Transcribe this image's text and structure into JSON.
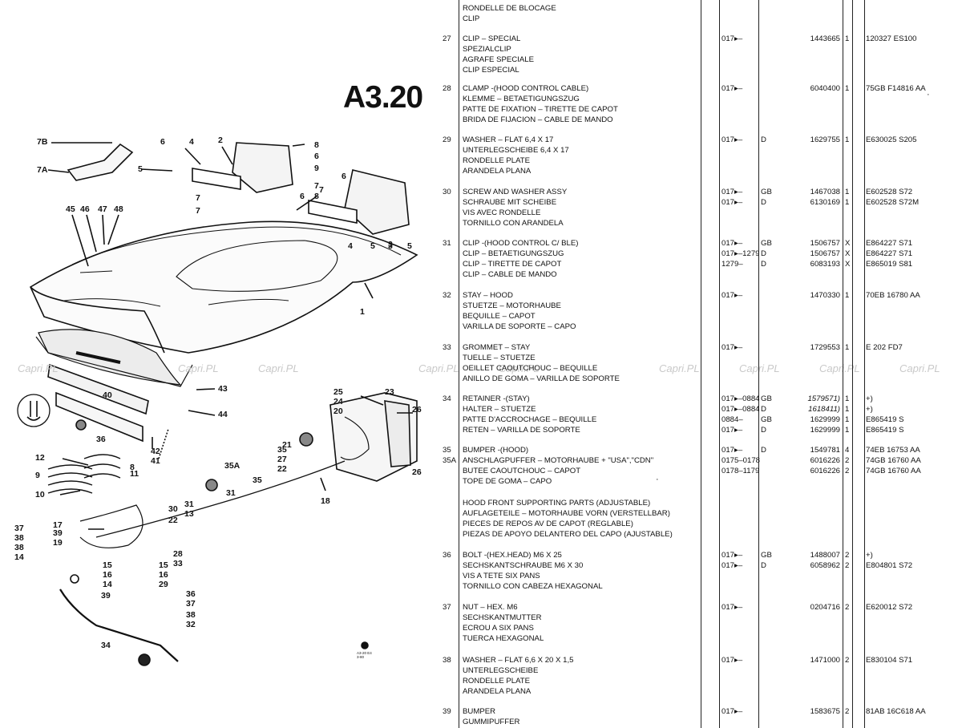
{
  "diagram": {
    "code": "A3.20",
    "stamp_lines": [
      "A3-20 E4",
      "3-80"
    ],
    "callouts": [
      "7B",
      "7A",
      "5",
      "4",
      "2",
      "6",
      "7",
      "7",
      "8",
      "6",
      "9",
      "7",
      "6",
      "3",
      "6",
      "7",
      "8",
      "4",
      "5",
      "3",
      "5",
      "45",
      "46",
      "47",
      "48",
      "1",
      "43",
      "44",
      "40",
      "41",
      "42",
      "36",
      "12",
      "9",
      "10",
      "8",
      "11",
      "35A",
      "35",
      "27",
      "22",
      "25",
      "24",
      "20",
      "23",
      "26",
      "26",
      "31",
      "35",
      "31",
      "13",
      "30",
      "22",
      "21",
      "18",
      "17",
      "19",
      "39",
      "37",
      "38",
      "38",
      "14",
      "15",
      "16",
      "14",
      "15",
      "16",
      "29",
      "28",
      "33",
      "39",
      "36",
      "37",
      "38",
      "32",
      "34"
    ],
    "watermark": "Capri.PL"
  },
  "table": {
    "rows": [
      {
        "no": "",
        "desc": [
          "RONDELLE DE BLOCAGE",
          "CLIP"
        ],
        "date": "",
        "mkt": "",
        "part": "",
        "qty": "",
        "ref": ""
      },
      {
        "no": "27",
        "desc": [
          "CLIP – SPECIAL",
          "SPEZIALCLIP",
          "AGRAFE SPECIALE",
          "CLIP ESPECIAL"
        ],
        "date": "017▸–",
        "mkt": "",
        "part": "1443665",
        "qty": "1",
        "ref": "120327 ES100"
      },
      {
        "no": "28",
        "desc": [
          "CLAMP -(HOOD CONTROL CABLE)",
          "KLEMME – BETAETIGUNGSZUG",
          "PATTE DE FIXATION – TIRETTE DE CAPOT",
          "BRIDA DE FIJACION – CABLE DE MANDO"
        ],
        "date": "017▸–",
        "mkt": "",
        "part": "6040400",
        "qty": "1",
        "ref": "75GB F14816 AA"
      },
      {
        "no": "29",
        "desc": [
          "WASHER – FLAT           6,4 X 17",
          "UNTERLEGSCHEIBE         6,4 X 17",
          "RONDELLE PLATE",
          "ARANDELA PLANA"
        ],
        "date": "017▸–",
        "mkt": "D",
        "part": "1629755",
        "qty": "1",
        "ref": "E630025 S205"
      },
      {
        "no": "30",
        "desc": [
          "SCREW AND WASHER ASSY",
          "SCHRAUBE MIT SCHEIBE",
          "VIS AVEC RONDELLE",
          "TORNILLO CON ARANDELA"
        ],
        "date": "017▸–\n017▸–",
        "mkt": "GB\nD",
        "part": "1467038\n6130169",
        "qty": "1\n1",
        "ref": "E602528 S72\nE602528 S72M"
      },
      {
        "no": "31",
        "desc": [
          "CLIP -(HOOD CONTROL C/ BLE)",
          "CLIP – BETAETIGUNGSZUG",
          "CLIP – TIRETTE DE CAPOT",
          "CLIP – CABLE DE MANDO"
        ],
        "date": "017▸–\n017▸–1279\n1279–",
        "mkt": "GB\nD\nD",
        "part": "1506757\n1506757\n6083193",
        "qty": "X\nX\nX",
        "ref": "E864227 S71\nE864227 S71\nE865019 S81"
      },
      {
        "no": "32",
        "desc": [
          "STAY – HOOD",
          "STUETZE – MOTORHAUBE",
          "BEQUILLE – CAPOT",
          "VARILLA DE SOPORTE – CAPO"
        ],
        "date": "017▸–",
        "mkt": "",
        "part": "1470330",
        "qty": "1",
        "ref": "70EB 16780 AA"
      },
      {
        "no": "33",
        "desc": [
          "GROMMET – STAY",
          "TUELLE – STUETZE",
          "OEILLET CAOUTCHOUC – BEQUILLE",
          "ANILLO DE GOMA – VARILLA DE SOPORTE"
        ],
        "date": "017▸–",
        "mkt": "",
        "part": "1729553",
        "qty": "1",
        "ref": "E 202 FD7"
      },
      {
        "no": "34",
        "desc": [
          "RETAINER -(STAY)",
          "HALTER – STUETZE",
          "PATTE D'ACCROCHAGE – BEQUILLE",
          "RETEN – VARILLA DE SOPORTE"
        ],
        "date": "017▸–0884\n017▸–0884\n0884–\n017▸–",
        "mkt": "GB\nD\nGB\nD",
        "part": "1579571)\n1618411)\n1629999\n1629999",
        "qty": "1\n1\n1\n1",
        "ref": "+)\n+)\nE865419 S\nE865419 S"
      },
      {
        "no": "35\n35A",
        "desc": [
          "BUMPER -(HOOD)",
          "ANSCHLAGPUFFER – MOTORHAUBE   + \"USA\",\"CDN\"",
          "BUTEE CAOUTCHOUC – CAPOT",
          "TOPE DE GOMA – CAPO"
        ],
        "date": "017▸–\n0175–0178\n0178–1179",
        "mkt": "\nD\n",
        "part": "1549781\n6016226\n6016226",
        "qty": "4\n2\n2",
        "ref": "74EB 16753 AA\n74GB 16760 AA\n74GB 16760 AA"
      },
      {
        "no": "",
        "desc": [
          "HOOD FRONT SUPPORTING PARTS (ADJUSTABLE)",
          "AUFLAGETEILE – MOTORHAUBE VORN (VERSTELLBAR)",
          "PIECES DE REPOS AV DE CAPOT (REGLABLE)",
          "PIEZAS DE APOYO DELANTERO DEL CAPO (AJUSTABLE)"
        ],
        "date": "",
        "mkt": "",
        "part": "",
        "qty": "",
        "ref": ""
      },
      {
        "no": "36",
        "desc": [
          "   BOLT -(HEX.HEAD)              M6 X 25",
          "   SECHSKANTSCHRAUBE          M6 X 30",
          "   VIS A TETE SIX PANS",
          "   TORNILLO CON CABEZA HEXAGONAL"
        ],
        "date": "017▸–\n017▸–",
        "mkt": "GB\nD",
        "part": "1488007\n6058962",
        "qty": "2\n2",
        "ref": "+)\nE804801 S72"
      },
      {
        "no": "37",
        "desc": [
          "   NUT – HEX.          M6",
          "   SECHSKANTMUTTER",
          "   ECROU A SIX PANS",
          "   TUERCA HEXAGONAL"
        ],
        "date": "017▸–",
        "mkt": "",
        "part": "0204716",
        "qty": "2",
        "ref": "E620012 S72"
      },
      {
        "no": "38",
        "desc": [
          "   WASHER – FLAT              6,6 X 20 X 1,5",
          "   UNTERLEGSCHEIBE",
          "   RONDELLE PLATE",
          "   ARANDELA PLANA"
        ],
        "date": "017▸–",
        "mkt": "",
        "part": "1471000",
        "qty": "2",
        "ref": "E830104 S71"
      },
      {
        "no": "39",
        "desc": [
          "   BUMPER",
          "   GUMMIPUFFER"
        ],
        "date": "017▸–",
        "mkt": "",
        "part": "1583675",
        "qty": "2",
        "ref": "81AB 16C618 AA"
      }
    ]
  }
}
